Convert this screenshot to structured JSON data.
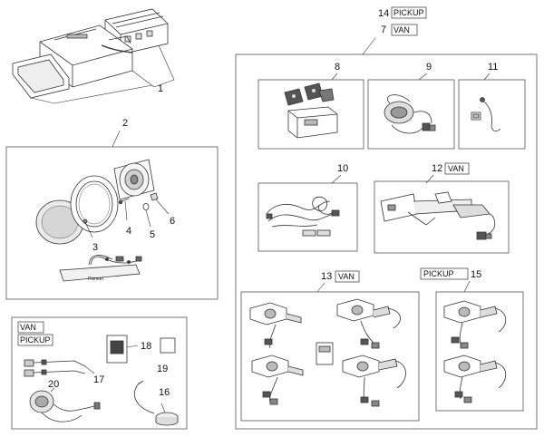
{
  "callouts": {
    "c1": "1",
    "c2": "2",
    "c3": "3",
    "c4": "4",
    "c5": "5",
    "c6": "6",
    "c7": "7",
    "c8": "8",
    "c9": "9",
    "c10": "10",
    "c11": "11",
    "c12": "12",
    "c13": "13",
    "c14": "14",
    "c15": "15",
    "c16": "16",
    "c17": "17",
    "c18": "18",
    "c19": "19",
    "c20": "20"
  },
  "tags": {
    "pickup_top": "PICKUP",
    "van_top": "VAN",
    "van_12": "VAN",
    "van_13": "VAN",
    "pickup_15": "PICKUP",
    "van_kit": "VAN",
    "pickup_kit": "PICKUP"
  },
  "speaker_brand": "Pioneer"
}
